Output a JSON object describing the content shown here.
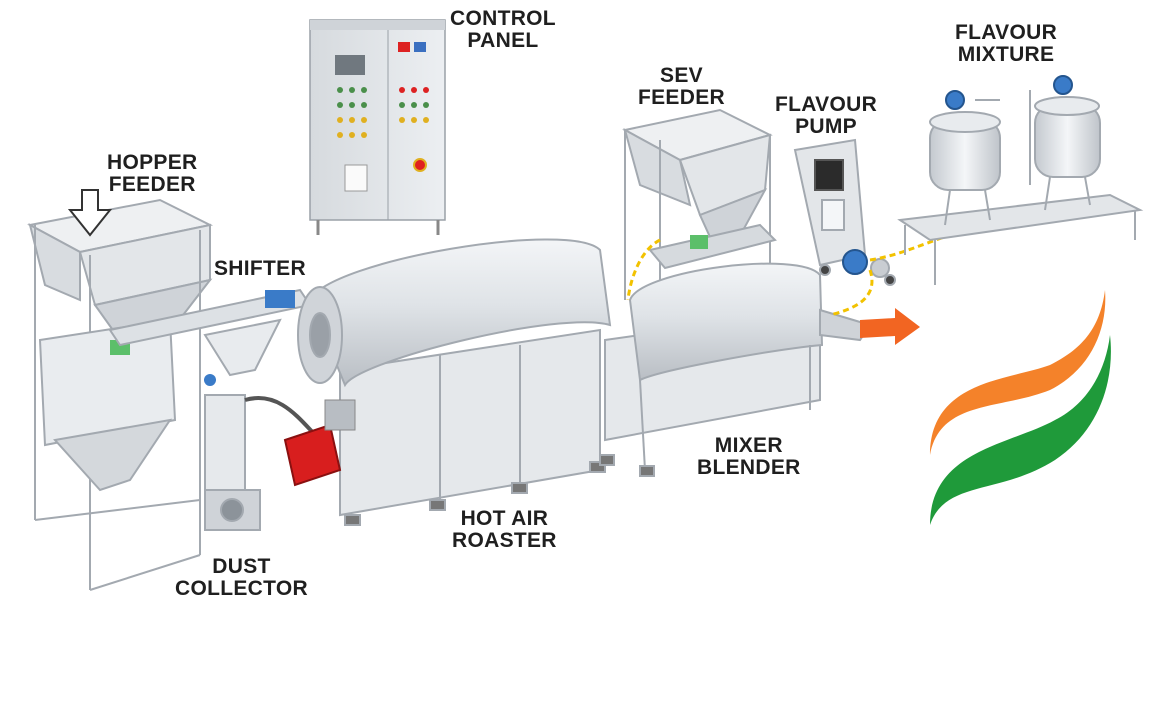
{
  "labels": {
    "control_panel": [
      "CONTROL",
      "PANEL"
    ],
    "sev_feeder": [
      "SEV",
      "FEEDER"
    ],
    "flavour_pump": [
      "FLAVOUR",
      "PUMP"
    ],
    "flavour_mixture": [
      "FLAVOUR",
      "MIXTURE"
    ],
    "hopper_feeder": [
      "HOPPER",
      "FEEDER"
    ],
    "shifter": [
      "SHIFTER"
    ],
    "mixer_blender": [
      "MIXER",
      "BLENDER"
    ],
    "hot_air_roaster": [
      "HOT AIR",
      "ROASTER"
    ],
    "dust_collector": [
      "DUST",
      "COLLECTOR"
    ]
  },
  "colors": {
    "steel_light": "#e4e7ea",
    "steel_mid": "#c9cdd2",
    "steel_dark": "#9aa0a7",
    "frame": "#b8bdc3",
    "burner_red": "#d81e1e",
    "motor_green": "#5cbf6a",
    "pump_blue": "#3a7bc8",
    "hose_yellow": "#f2c200",
    "arrow_orange": "#f26522",
    "flag_saffron": "#f4822a",
    "flag_green": "#1f9a3a"
  }
}
